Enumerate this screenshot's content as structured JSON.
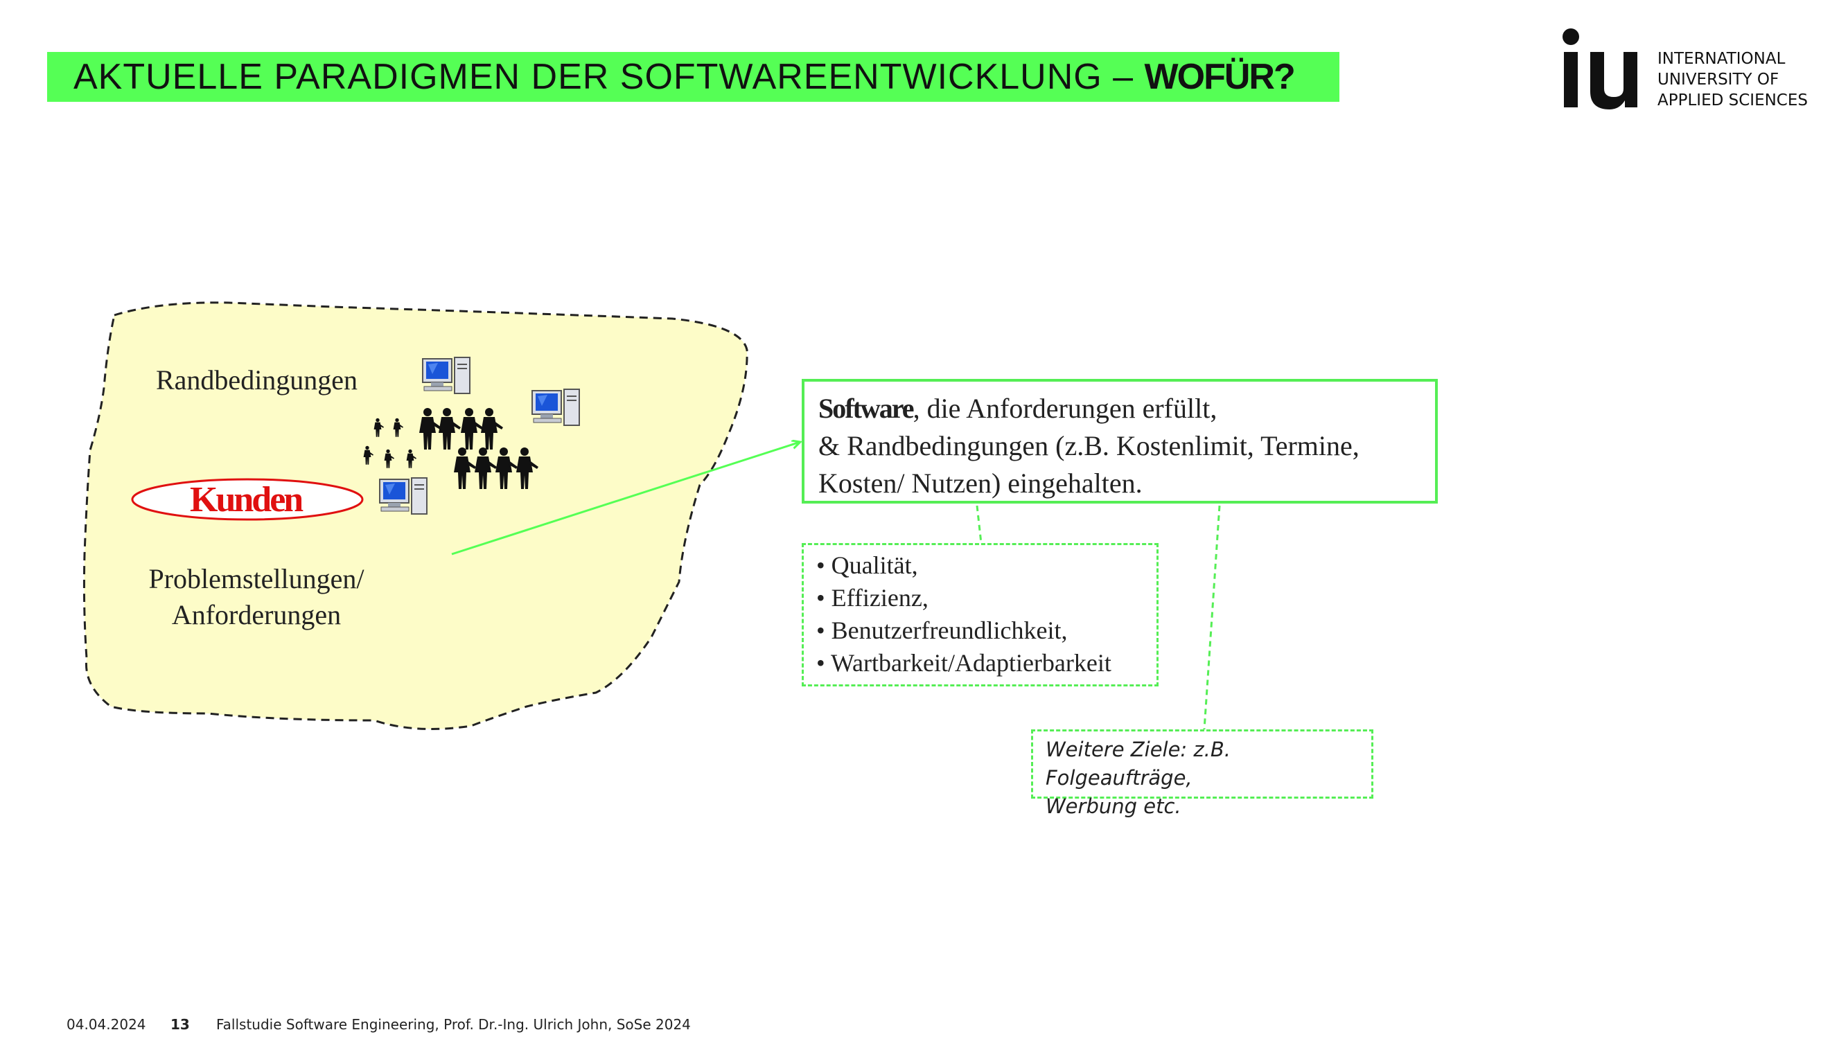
{
  "title": {
    "normal": "AKTUELLE PARADIGMEN DER SOFTWAREENTWICKLUNG – ",
    "bold": "WOFÜR?"
  },
  "logo": {
    "mark": "iu",
    "line1": "INTERNATIONAL",
    "line2": "UNIVERSITY OF",
    "line3": "APPLIED SCIENCES"
  },
  "diagram": {
    "randbedingungen": "Randbedingungen",
    "kunden": "Kunden",
    "problem_line1": "Problemstellungen/",
    "problem_line2": "Anforderungen"
  },
  "software_box": {
    "bold": "Software",
    "line1_rest": ", die Anforderungen erfüllt,",
    "line2": "& Randbedingungen (z.B. Kostenlimit, Termine,",
    "line3": "Kosten/ Nutzen) eingehalten."
  },
  "qualities": [
    "• Qualität,",
    "• Effizienz,",
    "• Benutzerfreundlichkeit,",
    "• Wartbarkeit/Adaptierbarkeit"
  ],
  "further_goals": {
    "line1": "Weitere Ziele: z.B. Folgeaufträge,",
    "line2": "Werbung etc."
  },
  "footer": {
    "date": "04.04.2024",
    "page": "13",
    "course": "Fallstudie Software Engineering, Prof. Dr.-Ing. Ulrich John, SoSe 2024"
  },
  "colors": {
    "accent_green": "#55ff55",
    "blob_fill": "#fdfcc8",
    "kunden_red": "#e01010"
  },
  "icons": [
    "computer-icon",
    "people-silhouette-icon"
  ]
}
